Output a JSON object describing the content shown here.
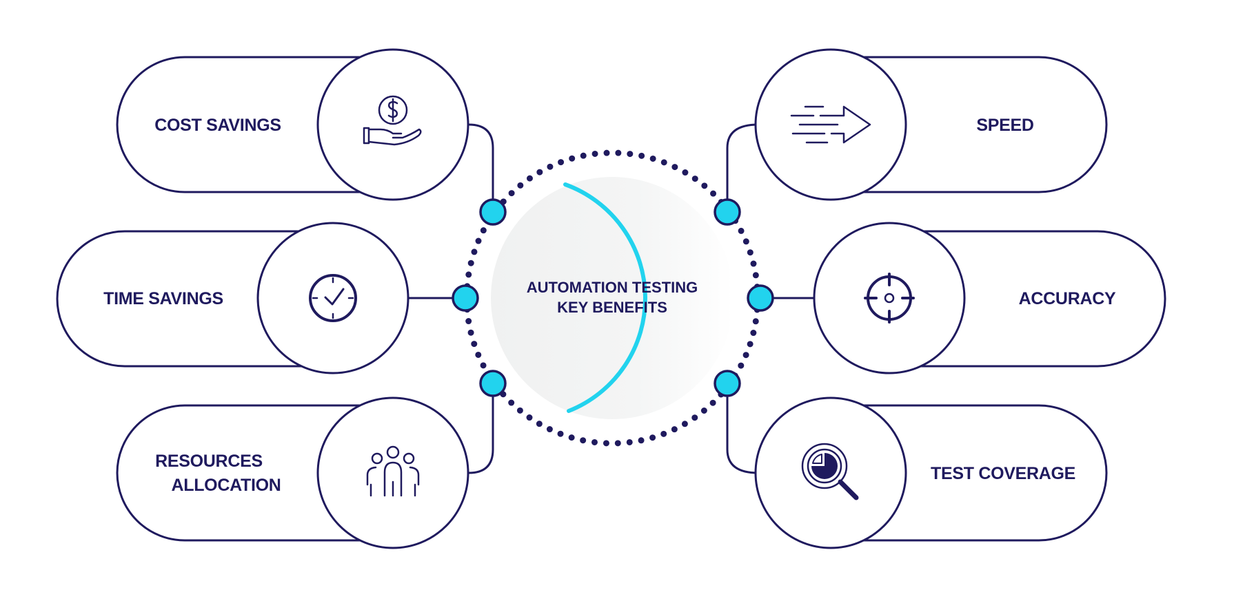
{
  "center": {
    "line1": "AUTOMATION TESTING",
    "line2": "KEY BENEFITS"
  },
  "colors": {
    "navy": "#1f1a5e",
    "cyan": "#22d3ee",
    "center_fill": "#f1f2f2"
  },
  "benefits": {
    "cost_savings": {
      "label": "COST SAVINGS",
      "icon": "hand-dollar-icon"
    },
    "time_savings": {
      "label": "TIME SAVINGS",
      "icon": "clock-icon"
    },
    "resources_allocation": {
      "line1": "RESOURCES",
      "line2": "ALLOCATION",
      "icon": "team-people-icon"
    },
    "speed": {
      "label": "SPEED",
      "icon": "fast-arrow-icon"
    },
    "accuracy": {
      "label": "ACCURACY",
      "icon": "crosshair-target-icon"
    },
    "test_coverage": {
      "label": "TEST COVERAGE",
      "icon": "magnifier-chart-icon"
    }
  }
}
